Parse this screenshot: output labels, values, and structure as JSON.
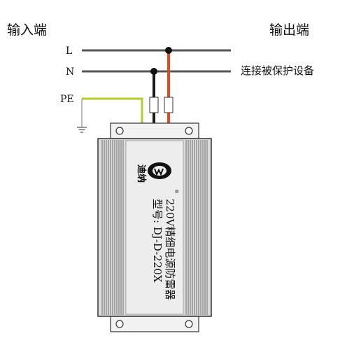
{
  "header": {
    "input_label": "输入端",
    "output_label": "输出端"
  },
  "lines": {
    "l_label": "L",
    "n_label": "N",
    "pe_label": "PE"
  },
  "connect_label": "连接被保护设备",
  "device": {
    "brand": "迪纳",
    "registered_mark": "®",
    "product_name": "220V精细电源防雷器",
    "model": "型号: DJ-D-220X"
  },
  "colors": {
    "live_wire": "#e2491c",
    "neutral_wire": "#1a1a1a",
    "ground_wire": "#b6cc2b",
    "bus_line": "#555555",
    "device_body": "#dcdcdc",
    "device_outline": "#333333"
  }
}
